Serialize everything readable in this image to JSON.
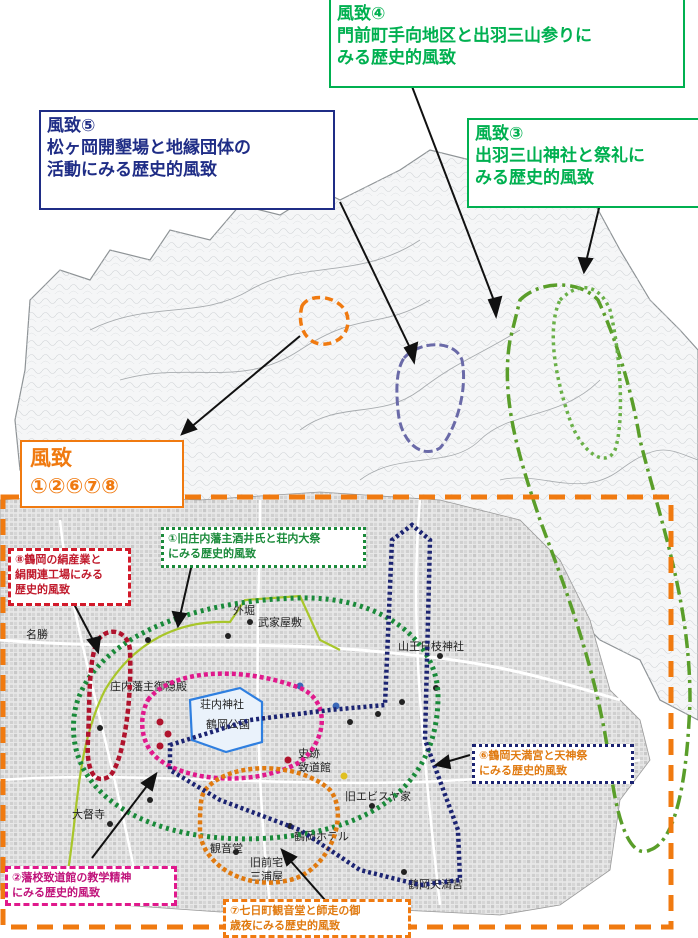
{
  "colors": {
    "green_bright": "#00b050",
    "navy": "#1f2d86",
    "orange": "#f07a10",
    "green_dash": "#5a9e2a",
    "pink": "#e0198c",
    "maroon": "#b0132d",
    "dark_green": "#1a8a3a",
    "dark_navy": "#1c2472",
    "lavender": "#6a6aa8",
    "highway": "#a8c62a"
  },
  "labels": {
    "fuchi4": {
      "head": "風致④",
      "line1": "門前町手向地区と出羽三山参りに",
      "line2": "みる歴史的風致"
    },
    "fuchi5": {
      "head": "風致⑤",
      "line1": "松ヶ岡開墾場と地縁団体の",
      "line2": "活動にみる歴史的風致"
    },
    "fuchi3": {
      "head": "風致③",
      "line1": "出羽三山神社と祭礼に",
      "line2": "みる歴史的風致"
    },
    "fuchi_main": {
      "head": "風致",
      "nums": "①②⑥⑦⑧"
    },
    "item1": {
      "line1": "①旧庄内藩主酒井氏と荘内大祭",
      "line2": "にみる歴史的風致"
    },
    "item8": {
      "line1": "⑧鶴岡の絹産業と",
      "line2": "絹関連工場にみる",
      "line3": "歴史的風致"
    },
    "item6": {
      "line1": "⑥鶴岡天満宮と天神祭",
      "line2": "にみる歴史的風致"
    },
    "item2": {
      "line1": "②藩校致道館の教学精神",
      "line2": "にみる歴史的風致"
    },
    "item7": {
      "line1": "⑦七日町観音堂と師走の御",
      "line2": "歳夜にみる歴史的風致"
    }
  },
  "places": {
    "gaibori": "外堀",
    "bugeyashiki": "武家屋敷",
    "shonai_goten": "庄内藩主御隠殿",
    "sanno": "山王日枝神社",
    "keishosha": "荘内神社",
    "tsuruoka_park": "鶴岡公園",
    "shiseki": "史跡",
    "chidokan": "致道館",
    "kyu_ebisuya": "旧エビスヤ家",
    "tenmangu": "鶴岡天満宮",
    "tsuruoka_hotel": "鶴岡ホテル",
    "kannondo": "観音堂",
    "nishimon": "旧前宅",
    "tomoe": "三浦屋",
    "daitokuji": "大督寺",
    "meishou": "名勝"
  }
}
